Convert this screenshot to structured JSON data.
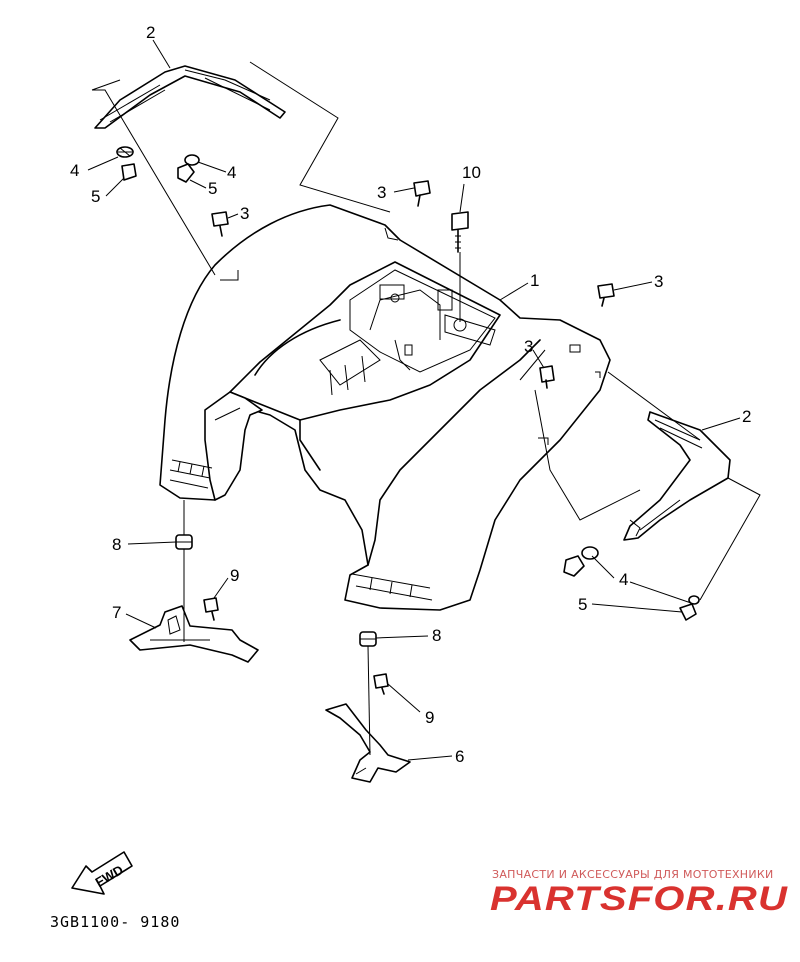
{
  "diagram": {
    "callouts": {
      "p1": "1",
      "p2_left": "2",
      "p2_right": "2",
      "p3_top": "3",
      "p3_mid": "3",
      "p3_right": "3",
      "p3_inner": "3",
      "p4_leftA": "4",
      "p4_leftB": "4",
      "p4_right": "4",
      "p5_leftA": "5",
      "p5_leftB": "5",
      "p5_right": "5",
      "p6": "6",
      "p7": "7",
      "p8_left": "8",
      "p8_right": "8",
      "p9_left": "9",
      "p9_right": "9",
      "p10": "10"
    },
    "fwd_label": "FWD",
    "drawing_code": "3GB1100- 9180"
  },
  "watermark": {
    "tagline": "ЗАПЧАСТИ И АКСЕССУАРЫ ДЛЯ МОТОТЕХНИКИ",
    "logo": "PARTSFOR.RU"
  }
}
